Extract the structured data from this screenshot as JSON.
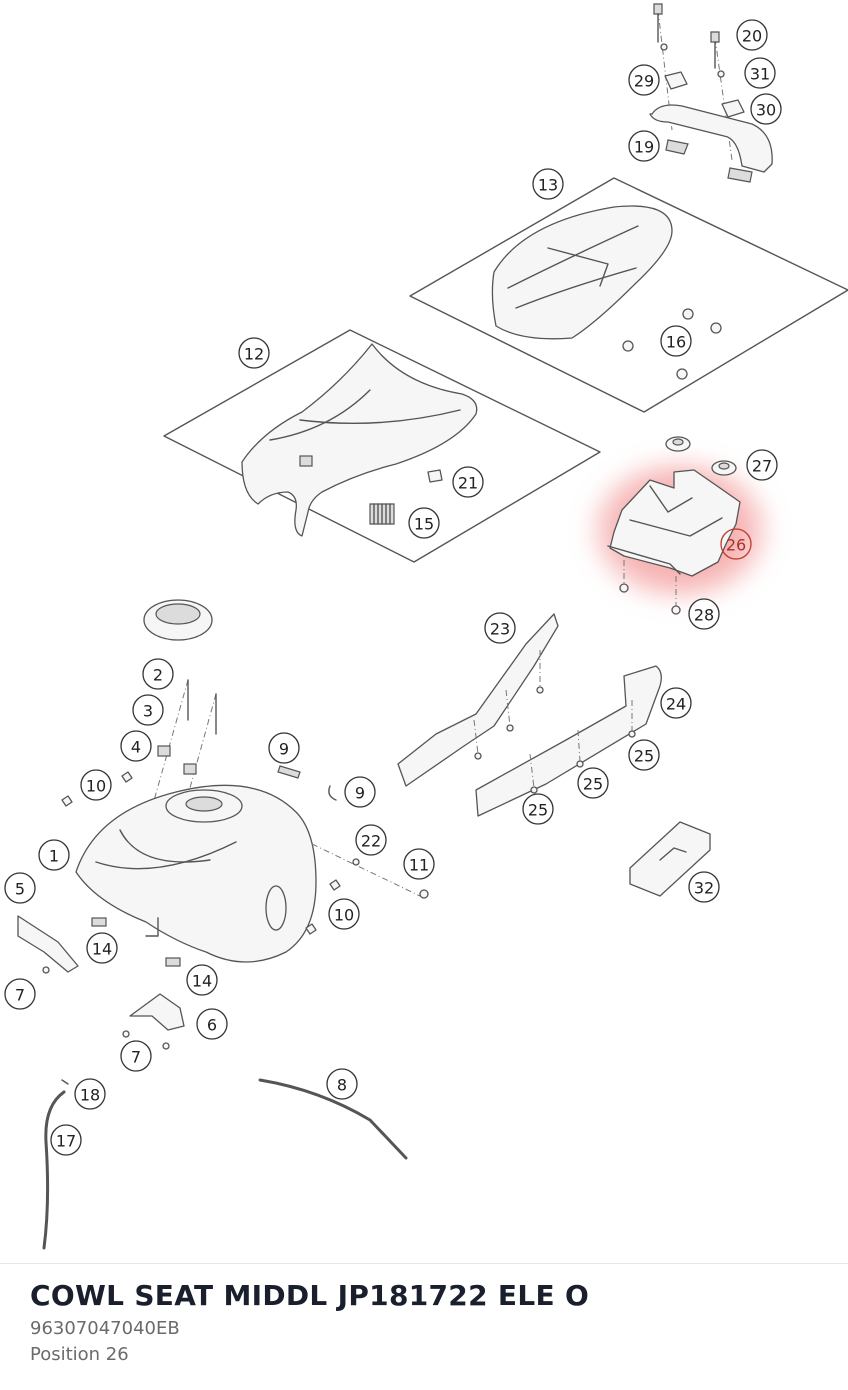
{
  "part": {
    "title": "COWL SEAT MIDDL JP181722 ELE O",
    "number": "96307047040EB",
    "position": "Position 26"
  },
  "highlight_color": "#f28b8b",
  "diagram": {
    "selected_callout": "26",
    "callouts": [
      "1",
      "2",
      "3",
      "4",
      "5",
      "6",
      "7",
      "7",
      "8",
      "9",
      "9",
      "10",
      "10",
      "11",
      "12",
      "13",
      "14",
      "14",
      "15",
      "16",
      "17",
      "18",
      "19",
      "20",
      "21",
      "22",
      "23",
      "24",
      "25",
      "25",
      "25",
      "26",
      "27",
      "28",
      "29",
      "30",
      "31",
      "32"
    ]
  }
}
